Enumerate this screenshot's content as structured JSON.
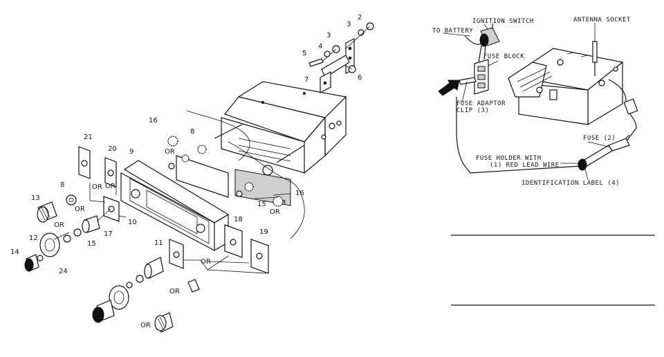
{
  "left_diagram": {
    "part_numbers": [
      {
        "id": "p2",
        "text": "2"
      },
      {
        "id": "p3a",
        "text": "3"
      },
      {
        "id": "p3b",
        "text": "3"
      },
      {
        "id": "p4",
        "text": "4"
      },
      {
        "id": "p5",
        "text": "5"
      },
      {
        "id": "p6",
        "text": "6"
      },
      {
        "id": "p7",
        "text": "7"
      },
      {
        "id": "p16a",
        "text": "16"
      },
      {
        "id": "p8a",
        "text": "8"
      },
      {
        "id": "p21",
        "text": "21"
      },
      {
        "id": "p20",
        "text": "20"
      },
      {
        "id": "p9",
        "text": "9"
      },
      {
        "id": "p8b",
        "text": "8"
      },
      {
        "id": "p13",
        "text": "13"
      },
      {
        "id": "p10",
        "text": "10"
      },
      {
        "id": "p17",
        "text": "17"
      },
      {
        "id": "p15a",
        "text": "15"
      },
      {
        "id": "p12",
        "text": "12"
      },
      {
        "id": "p14",
        "text": "14"
      },
      {
        "id": "p24",
        "text": "24"
      },
      {
        "id": "p11",
        "text": "11"
      },
      {
        "id": "p18",
        "text": "18"
      },
      {
        "id": "p19",
        "text": "19"
      },
      {
        "id": "p15b",
        "text": "15"
      },
      {
        "id": "p16b",
        "text": "16"
      },
      {
        "id": "p3c",
        "text": "3"
      }
    ],
    "or_labels": [
      {
        "id": "or1",
        "text": "OR"
      },
      {
        "id": "or2",
        "text": "OR"
      },
      {
        "id": "or3",
        "text": "OR"
      },
      {
        "id": "or4",
        "text": "OR"
      },
      {
        "id": "or5",
        "text": "OR"
      },
      {
        "id": "or6",
        "text": "OR"
      },
      {
        "id": "or7",
        "text": "OR"
      },
      {
        "id": "or8",
        "text": "OR"
      },
      {
        "id": "or9",
        "text": "OR"
      }
    ]
  },
  "right_diagram": {
    "to_battery": "TO BATTERY",
    "ignition_switch": "IGNITION SWITCH",
    "antenna_socket": "ANTENNA SOCKET",
    "fuse_block": "FUSE BLOCK",
    "fuse_adaptor_line1": "FUSE ADAPTOR",
    "fuse_adaptor_line2": "CLIP (3)",
    "fuse": "FUSE (2)",
    "fuse_holder_line1": "FUSE HOLDER WITH",
    "fuse_holder_line2": "(1)  RED LEAD WIRE",
    "identification_label": "IDENTIFICATION LABEL (4)"
  }
}
